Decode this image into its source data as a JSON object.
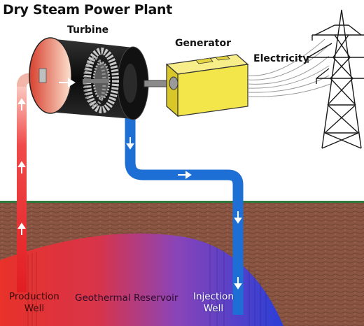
{
  "title": "Dry Steam Power Plant",
  "labels": {
    "turbine": "Turbine",
    "generator": "Generator",
    "electricity": "Electricity",
    "production_line1": "Production",
    "production_line2": "Well",
    "reservoir": "Geothermal Reservoir",
    "injection_line1": "Injection",
    "injection_line2": "Well"
  },
  "colors": {
    "steam_pipe": "#e8262b",
    "water_pipe": "#1a73d8",
    "ground_top": "#2d7a3a",
    "earth": "#8f5a45",
    "generator": "#f3e64a",
    "tower": "#1a1a1a"
  }
}
